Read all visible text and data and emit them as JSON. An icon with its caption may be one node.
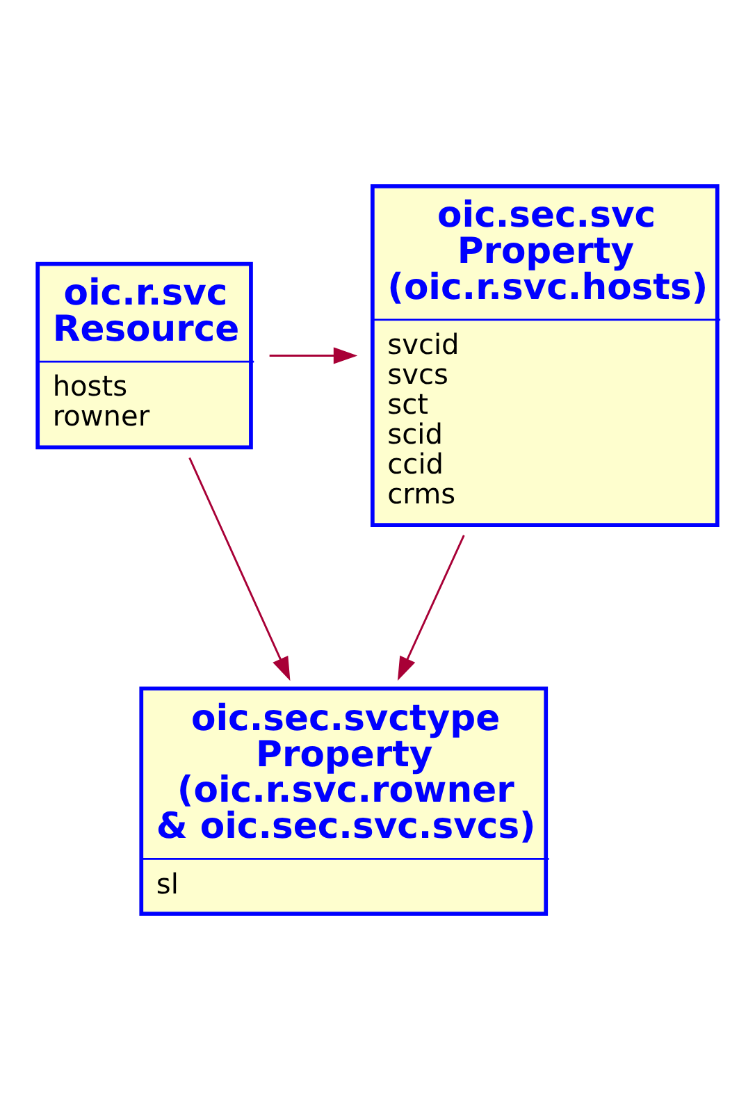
{
  "diagram": {
    "nodes": [
      {
        "text": [
          "oic.r.svc Resource",
          "hosts",
          "rowner"
        ]
      },
      {
        "text": [
          "oic.sec.svc Property (oic.r.svc.hosts)",
          "svcid",
          "svcs",
          "sct",
          "scid",
          "ccid",
          "crms"
        ]
      },
      {
        "text": [
          "oic.sec.svctype Property (oic.r.svc.rowner & oic.sec.svc.svcs)",
          "sl"
        ]
      }
    ],
    "edges": [
      {
        "from": 0,
        "to": 1,
        "arrow": "to"
      },
      {
        "from": 0,
        "to": 2,
        "arrow": "to"
      },
      {
        "from": 1,
        "to": 2,
        "arrow": "to"
      }
    ]
  }
}
